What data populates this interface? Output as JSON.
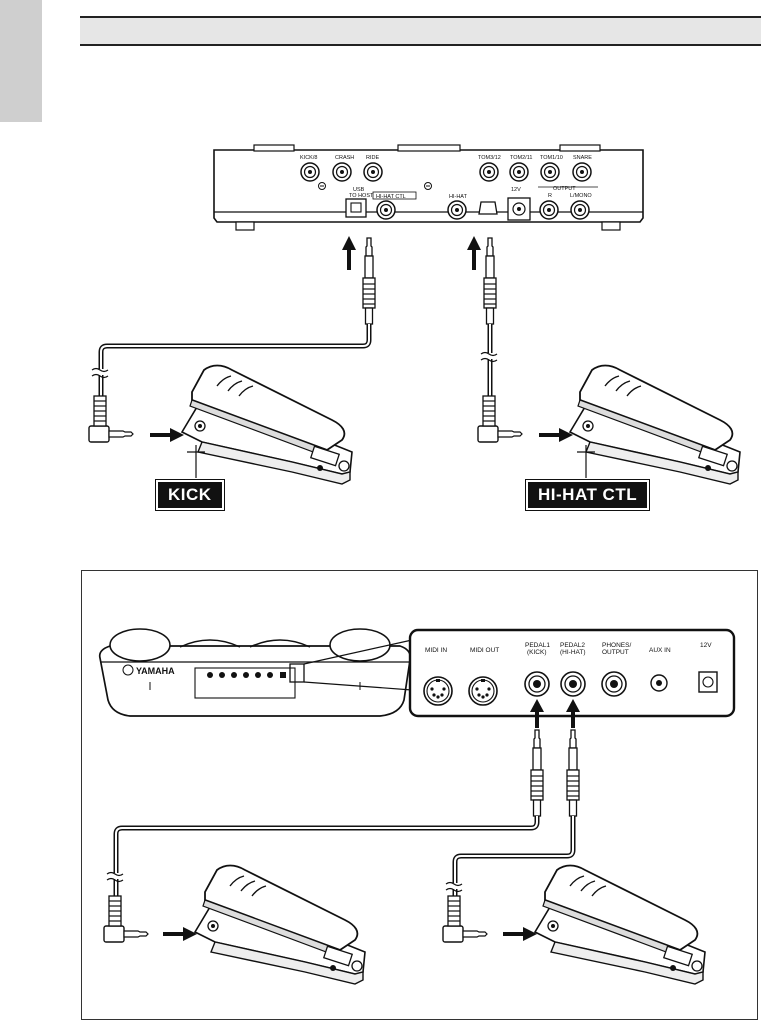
{
  "top_unit": {
    "jack_labels": [
      "KICK/8",
      "CRASH",
      "RIDE",
      "TOM3/12",
      "TOM2/11",
      "TOM1/10",
      "SNARE"
    ],
    "usb_label": "TO HOST",
    "usb_sub": "USB",
    "hihat_ctl_label": "HI-HAT CTL",
    "hihat_label": "HI-HAT",
    "power_label": "12V",
    "output_label": "OUTPUT",
    "output_r": "R",
    "output_l": "L/MONO"
  },
  "pedal_labels": {
    "kick": "KICK",
    "hihat_ctl": "HI-HAT CTL"
  },
  "bottom_unit": {
    "brand": "YAMAHA",
    "jacks": {
      "midi_in": "MIDI IN",
      "midi_out": "MIDI  OUT",
      "pedal1": "PEDAL1",
      "pedal1_sub": "(KICK)",
      "pedal2": "PEDAL2",
      "pedal2_sub": "(HI-HAT)",
      "phones": "PHONES/",
      "phones_sub": "OUTPUT",
      "aux_in": "AUX IN",
      "power": "12V"
    }
  }
}
